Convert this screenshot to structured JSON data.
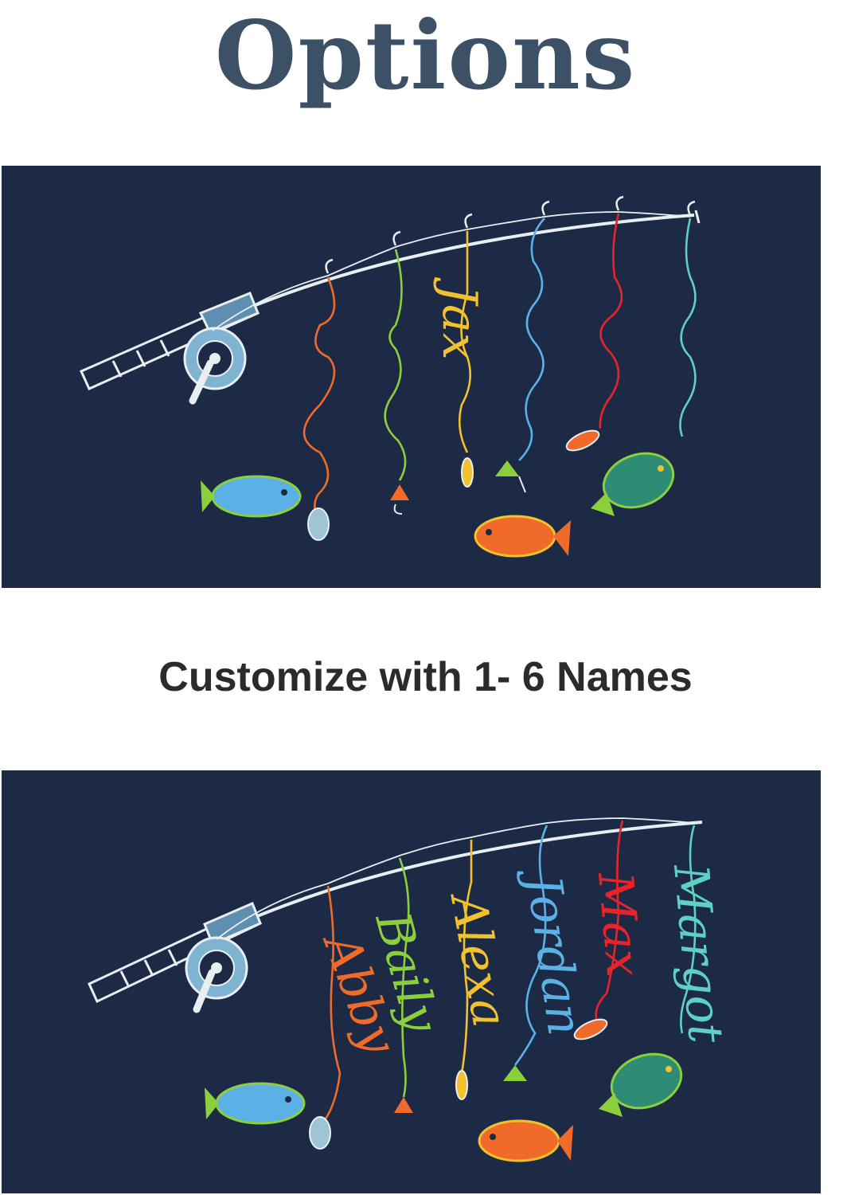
{
  "heading": "Options",
  "caption": "Customize with 1- 6 Names",
  "panel_one": {
    "names": [
      "Jax"
    ]
  },
  "panel_two": {
    "names": [
      "Abby",
      "Baily",
      "Alexa",
      "Jordan",
      "Max",
      "Margot"
    ]
  },
  "colors": {
    "background": "#1c2a45",
    "heading": "#3d5166",
    "caption": "#2b2b2b",
    "line_colors": [
      "#f06a2a",
      "#8ccf3c",
      "#f2c12e",
      "#5bb1e6",
      "#e8242a",
      "#5fd1c2"
    ]
  },
  "icons": [
    "fishing-rod-icon",
    "reel-icon",
    "fish-icon",
    "lure-icon",
    "bobber-icon"
  ]
}
